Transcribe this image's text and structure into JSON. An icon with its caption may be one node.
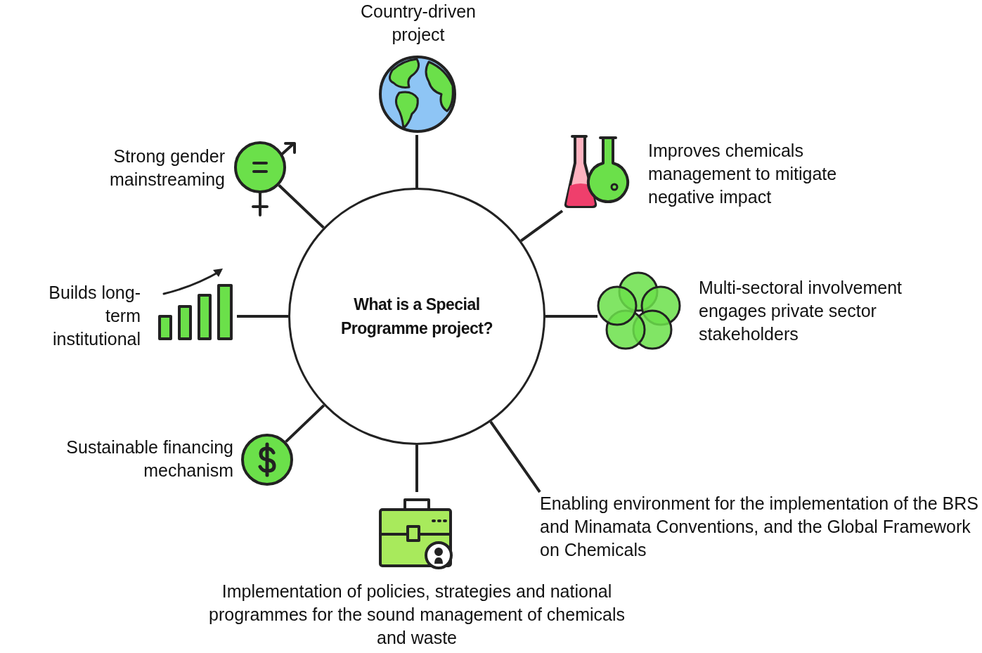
{
  "diagram": {
    "nodes": [
      {
        "text": [
          "What is a Special Programme project?"
        ]
      },
      {
        "text": [
          "Country-driven project"
        ]
      },
      {
        "text": [
          "Improves chemicals management to mitigate negative impact"
        ]
      },
      {
        "text": [
          "Multi-sectoral involvement engages private sector stakeholders"
        ]
      },
      {
        "text": [
          "Enabling environment for the implementation of the BRS and Minamata Conventions, and the Global Framework on Chemicals"
        ]
      },
      {
        "text": [
          "Implementation of policies, strategies and national programmes for the sound management of chemicals and waste"
        ]
      },
      {
        "text": [
          "Sustainable financing mechanism"
        ]
      },
      {
        "text": [
          "Builds long-term institutional"
        ]
      },
      {
        "text": [
          "Strong gender mainstreaming"
        ]
      }
    ],
    "edges": [
      {
        "from": 0,
        "to": 1,
        "arrow": "none"
      },
      {
        "from": 0,
        "to": 2,
        "arrow": "none"
      },
      {
        "from": 0,
        "to": 3,
        "arrow": "none"
      },
      {
        "from": 0,
        "to": 4,
        "arrow": "none"
      },
      {
        "from": 0,
        "to": 5,
        "arrow": "none"
      },
      {
        "from": 0,
        "to": 6,
        "arrow": "none"
      },
      {
        "from": 0,
        "to": 7,
        "arrow": "none"
      },
      {
        "from": 0,
        "to": 8,
        "arrow": "none"
      }
    ]
  }
}
